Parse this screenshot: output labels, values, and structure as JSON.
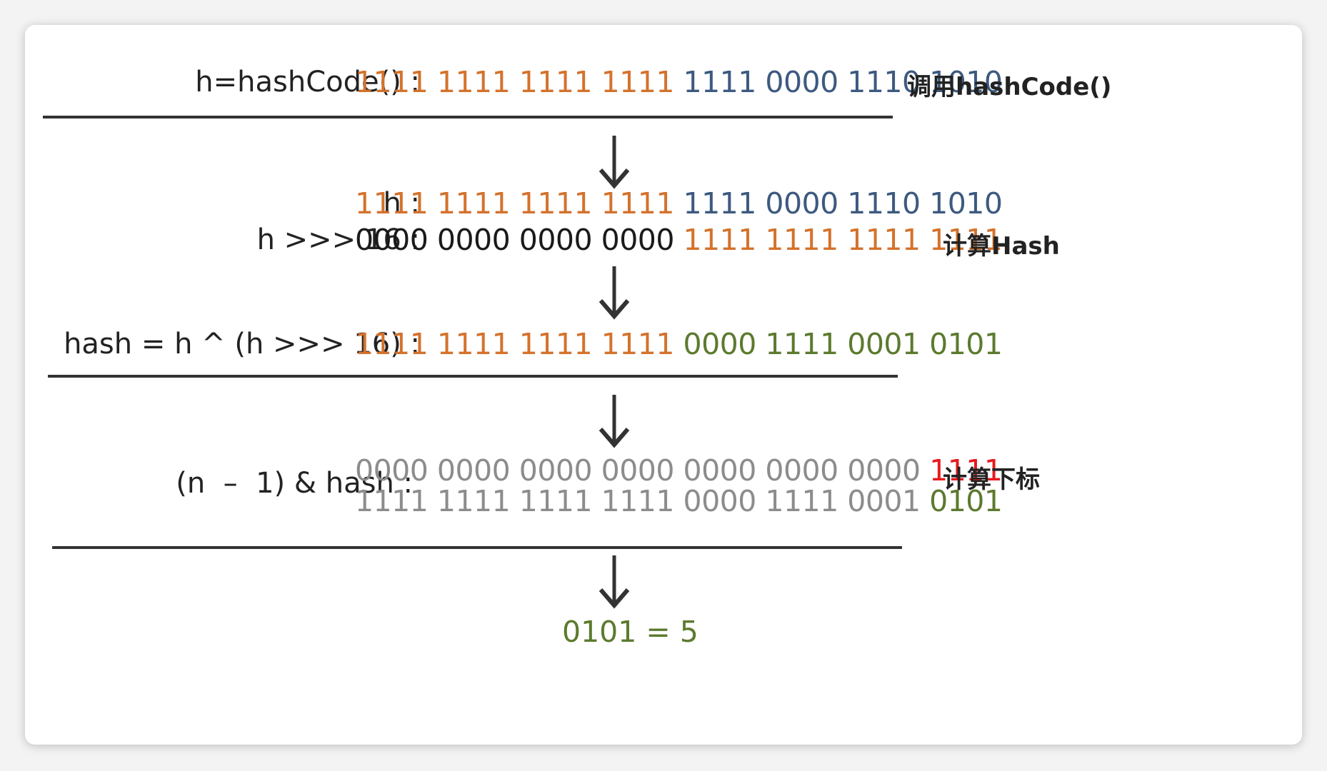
{
  "colors": {
    "orange": "#d4722c",
    "blue": "#3d5a80",
    "black": "#1a1a1a",
    "green": "#5c7a2e",
    "gray": "#8c8c8c",
    "red": "#e8191e"
  },
  "rows": {
    "hashcode": {
      "label": "h=hashCode() :",
      "groups": [
        "1111",
        "1111",
        "1111",
        "1111",
        "1111",
        "0000",
        "1110",
        "1010"
      ],
      "group_colors": [
        "orange",
        "orange",
        "orange",
        "orange",
        "blue",
        "blue",
        "blue",
        "blue"
      ]
    },
    "h": {
      "label": "h :",
      "groups": [
        "1111",
        "1111",
        "1111",
        "1111",
        "1111",
        "0000",
        "1110",
        "1010"
      ],
      "group_colors": [
        "orange",
        "orange",
        "orange",
        "orange",
        "blue",
        "blue",
        "blue",
        "blue"
      ]
    },
    "shift": {
      "label": "h >>> 16 :",
      "groups": [
        "0000",
        "0000",
        "0000",
        "0000",
        "1111",
        "1111",
        "1111",
        "1111"
      ],
      "group_colors": [
        "black",
        "black",
        "black",
        "black",
        "orange",
        "orange",
        "orange",
        "orange"
      ]
    },
    "hash": {
      "label": "hash = h ^ (h >>> 16) :",
      "groups": [
        "1111",
        "1111",
        "1111",
        "1111",
        "0000",
        "1111",
        "0001",
        "0101"
      ],
      "group_colors": [
        "orange",
        "orange",
        "orange",
        "orange",
        "green",
        "green",
        "green",
        "green"
      ]
    },
    "mask": {
      "label": "(n  –  1) & hash :",
      "groups": [
        "0000",
        "0000",
        "0000",
        "0000",
        "0000",
        "0000",
        "0000",
        "1111"
      ],
      "group_colors": [
        "gray",
        "gray",
        "gray",
        "gray",
        "gray",
        "gray",
        "gray",
        "red"
      ]
    },
    "mask_hash": {
      "groups": [
        "1111",
        "1111",
        "1111",
        "1111",
        "0000",
        "1111",
        "0001",
        "0101"
      ],
      "group_colors": [
        "gray",
        "gray",
        "gray",
        "gray",
        "gray",
        "gray",
        "gray",
        "green"
      ]
    }
  },
  "side_labels": {
    "call": "调用hashCode()",
    "compute_hash": "计算Hash",
    "compute_index": "计算下标"
  },
  "result": "0101 = 5"
}
